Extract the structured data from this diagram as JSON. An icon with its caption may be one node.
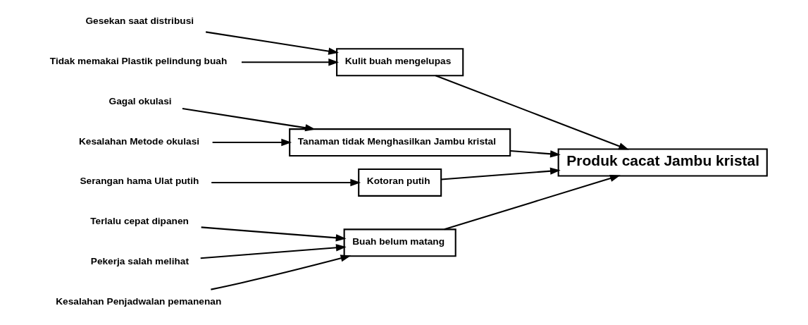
{
  "diagram": {
    "nodes": [
      {
        "text": [
          "Buah belum matang"
        ]
      },
      {
        "text": [
          "Kulit buah mengelupas"
        ]
      },
      {
        "text": [
          "Produk cacat Jambu kristal"
        ]
      },
      {
        "text": [
          "Tanaman tidak Menghasilkan Jambu kristal"
        ]
      },
      {
        "text": [
          "Kotoran putih"
        ]
      },
      {
        "text": [
          "Terlalu cepat dipanen"
        ]
      },
      {
        "text": [
          "Pekerja salah melihat"
        ]
      },
      {
        "text": [
          "Kesalahan Penjadwalan pemanenan"
        ]
      },
      {
        "text": [
          "Gesekan saat distribusi"
        ]
      },
      {
        "text": [
          "Tidak memakai Plastik pelindung buah"
        ]
      },
      {
        "text": [
          "Gagal okulasi"
        ]
      },
      {
        "text": [
          "Serangan hama Ulat putih"
        ]
      },
      {
        "text": [
          "Kesalahan Metode okulasi"
        ]
      }
    ],
    "edges": [
      {
        "from": 5,
        "to": 0,
        "arrow": "to"
      },
      {
        "from": 6,
        "to": 0,
        "arrow": "to"
      },
      {
        "from": 7,
        "to": 0,
        "arrow": "to"
      },
      {
        "from": 8,
        "to": 1,
        "arrow": "to"
      },
      {
        "from": 9,
        "to": 1,
        "arrow": "to"
      },
      {
        "from": 10,
        "to": 3,
        "arrow": "to"
      },
      {
        "from": 12,
        "to": 3,
        "arrow": "to"
      },
      {
        "from": 11,
        "to": 4,
        "arrow": "to"
      },
      {
        "from": 0,
        "to": 2,
        "arrow": "to"
      },
      {
        "from": 1,
        "to": 2,
        "arrow": "to"
      },
      {
        "from": 3,
        "to": 2,
        "arrow": "to"
      },
      {
        "from": 4,
        "to": 2,
        "arrow": "to"
      }
    ]
  }
}
